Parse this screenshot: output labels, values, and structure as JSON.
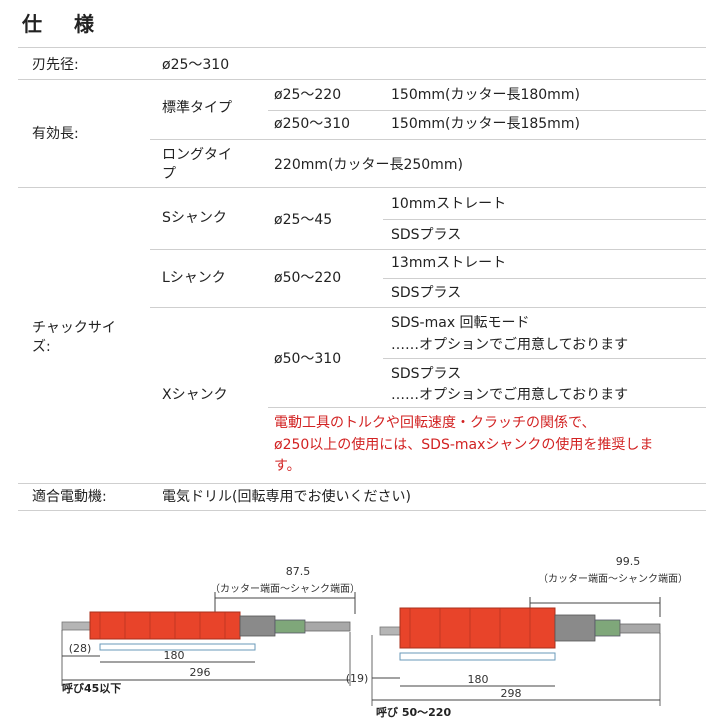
{
  "title": "仕　様",
  "spec": {
    "blade_label": "刃先径:",
    "blade_value": "ø25～310",
    "effective_label": "有効長:",
    "standard_type": "標準タイプ",
    "std_row1_dia": "ø25～220",
    "std_row1_len": "150mm(カッター長180mm)",
    "std_row2_dia": "ø250～310",
    "std_row2_len": "150mm(カッター長185mm)",
    "long_type_l1": "ロングタイ",
    "long_type_l2": "プ",
    "long_len": "220mm(カッター長250mm)",
    "chuck_label_l1": "チャックサイ",
    "chuck_label_l2": "ズ:",
    "s_shank": "Sシャンク",
    "s_dia": "ø25～45",
    "s_opt1": "10mmストレート",
    "s_opt2": "SDSプラス",
    "l_shank": "Lシャンク",
    "l_dia": "ø50～220",
    "l_opt1": "13mmストレート",
    "l_opt2": "SDSプラス",
    "x_shank": "Xシャンク",
    "x_dia": "ø50～310",
    "x_opt1_l1": "SDS-max 回転モード",
    "x_opt1_l2": "……オプションでご用意しております",
    "x_opt2_l1": "SDSプラス",
    "x_opt2_l2": "……オプションでご用意しております",
    "note_l1": "電動工具のトルクや回転速度・クラッチの関係で、",
    "note_l2": "ø250以上の使用には、SDS-maxシャンクの使用を推奨しま",
    "note_l3": "す。",
    "motor_label": "適合電動機:",
    "motor_value": "電気ドリル(回転専用でお使いください)"
  },
  "diagram_left": {
    "top_dim": "87.5",
    "top_note": "（カッター端面～シャンク端面）",
    "dim_28": "(28)",
    "dim_180": "180",
    "dim_296": "296",
    "caption": "呼び45以下"
  },
  "diagram_right": {
    "top_dim": "99.5",
    "top_note": "（カッター端面～シャンク端面）",
    "dim_19": "(19)",
    "dim_180": "180",
    "dim_298": "298",
    "caption": "呼び 50～220"
  },
  "colors": {
    "body": "#e8442a",
    "note": "#d22222",
    "line": "#cfcfcf"
  }
}
